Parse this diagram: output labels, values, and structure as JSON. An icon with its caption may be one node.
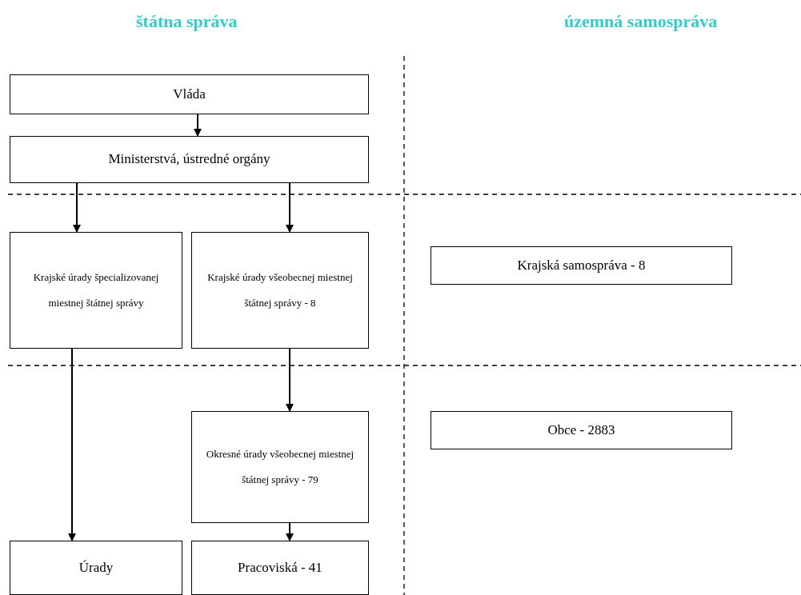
{
  "diagram": {
    "nodes": [
      {
        "text": [
          "Vláda"
        ]
      },
      {
        "text": [
          "Ministerstvá, ústredné orgány"
        ]
      },
      {
        "text": [
          "Krajské úrady špecializovanej miestnej štátnej správy"
        ]
      },
      {
        "text": [
          "Krajské úrady všeobecnej miestnej štátnej správy - 8"
        ]
      },
      {
        "text": [
          "Krajská samospráva - 8"
        ]
      },
      {
        "text": [
          "Okresné úrady všeobecnej miestnej štátnej správy - 79"
        ]
      },
      {
        "text": [
          "Obce - 2883"
        ]
      },
      {
        "text": [
          "Úrady"
        ]
      },
      {
        "text": [
          "Pracoviská - 41"
        ]
      }
    ],
    "edges": [
      {
        "from": 0,
        "to": 1,
        "arrow": "to"
      },
      {
        "from": 1,
        "to": 2,
        "arrow": "to"
      },
      {
        "from": 1,
        "to": 3,
        "arrow": "to"
      },
      {
        "from": 3,
        "to": 5,
        "arrow": "to"
      },
      {
        "from": 2,
        "to": 7,
        "arrow": "to"
      },
      {
        "from": 5,
        "to": 8,
        "arrow": "to"
      }
    ],
    "labels": [
      "štátna správa",
      "územná samospráva"
    ]
  }
}
